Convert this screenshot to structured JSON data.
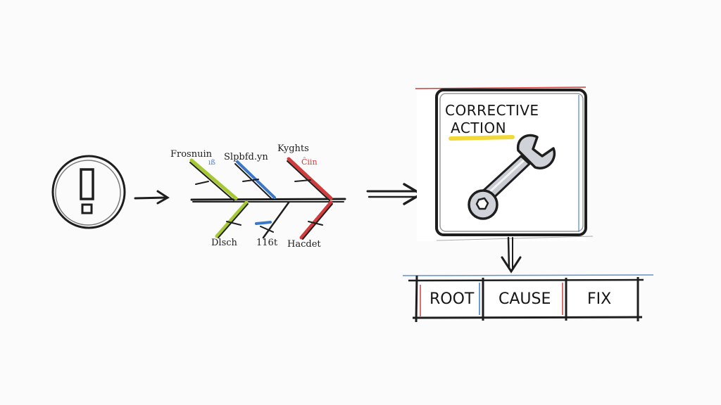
{
  "fishbone": {
    "top_labels": [
      "Frosnuin",
      "Slpbfd.yn",
      "Kyghts"
    ],
    "top_marks": [
      "ıß",
      "Ĉiin"
    ],
    "bottom_labels": [
      "Dlsch",
      "116t",
      "Hacdet"
    ]
  },
  "action_card": {
    "title_line1": "CORRECTIVE",
    "title_line2": "ACTION",
    "icon": "wrench-icon"
  },
  "result_table": {
    "cells": [
      "ROOT",
      "CAUSE",
      "FIX"
    ]
  },
  "colors": {
    "ink": "#1e1e1e",
    "green": "#a6c832",
    "blue": "#3b78c8",
    "red": "#d23c3c",
    "highlight": "#f2d93a"
  }
}
